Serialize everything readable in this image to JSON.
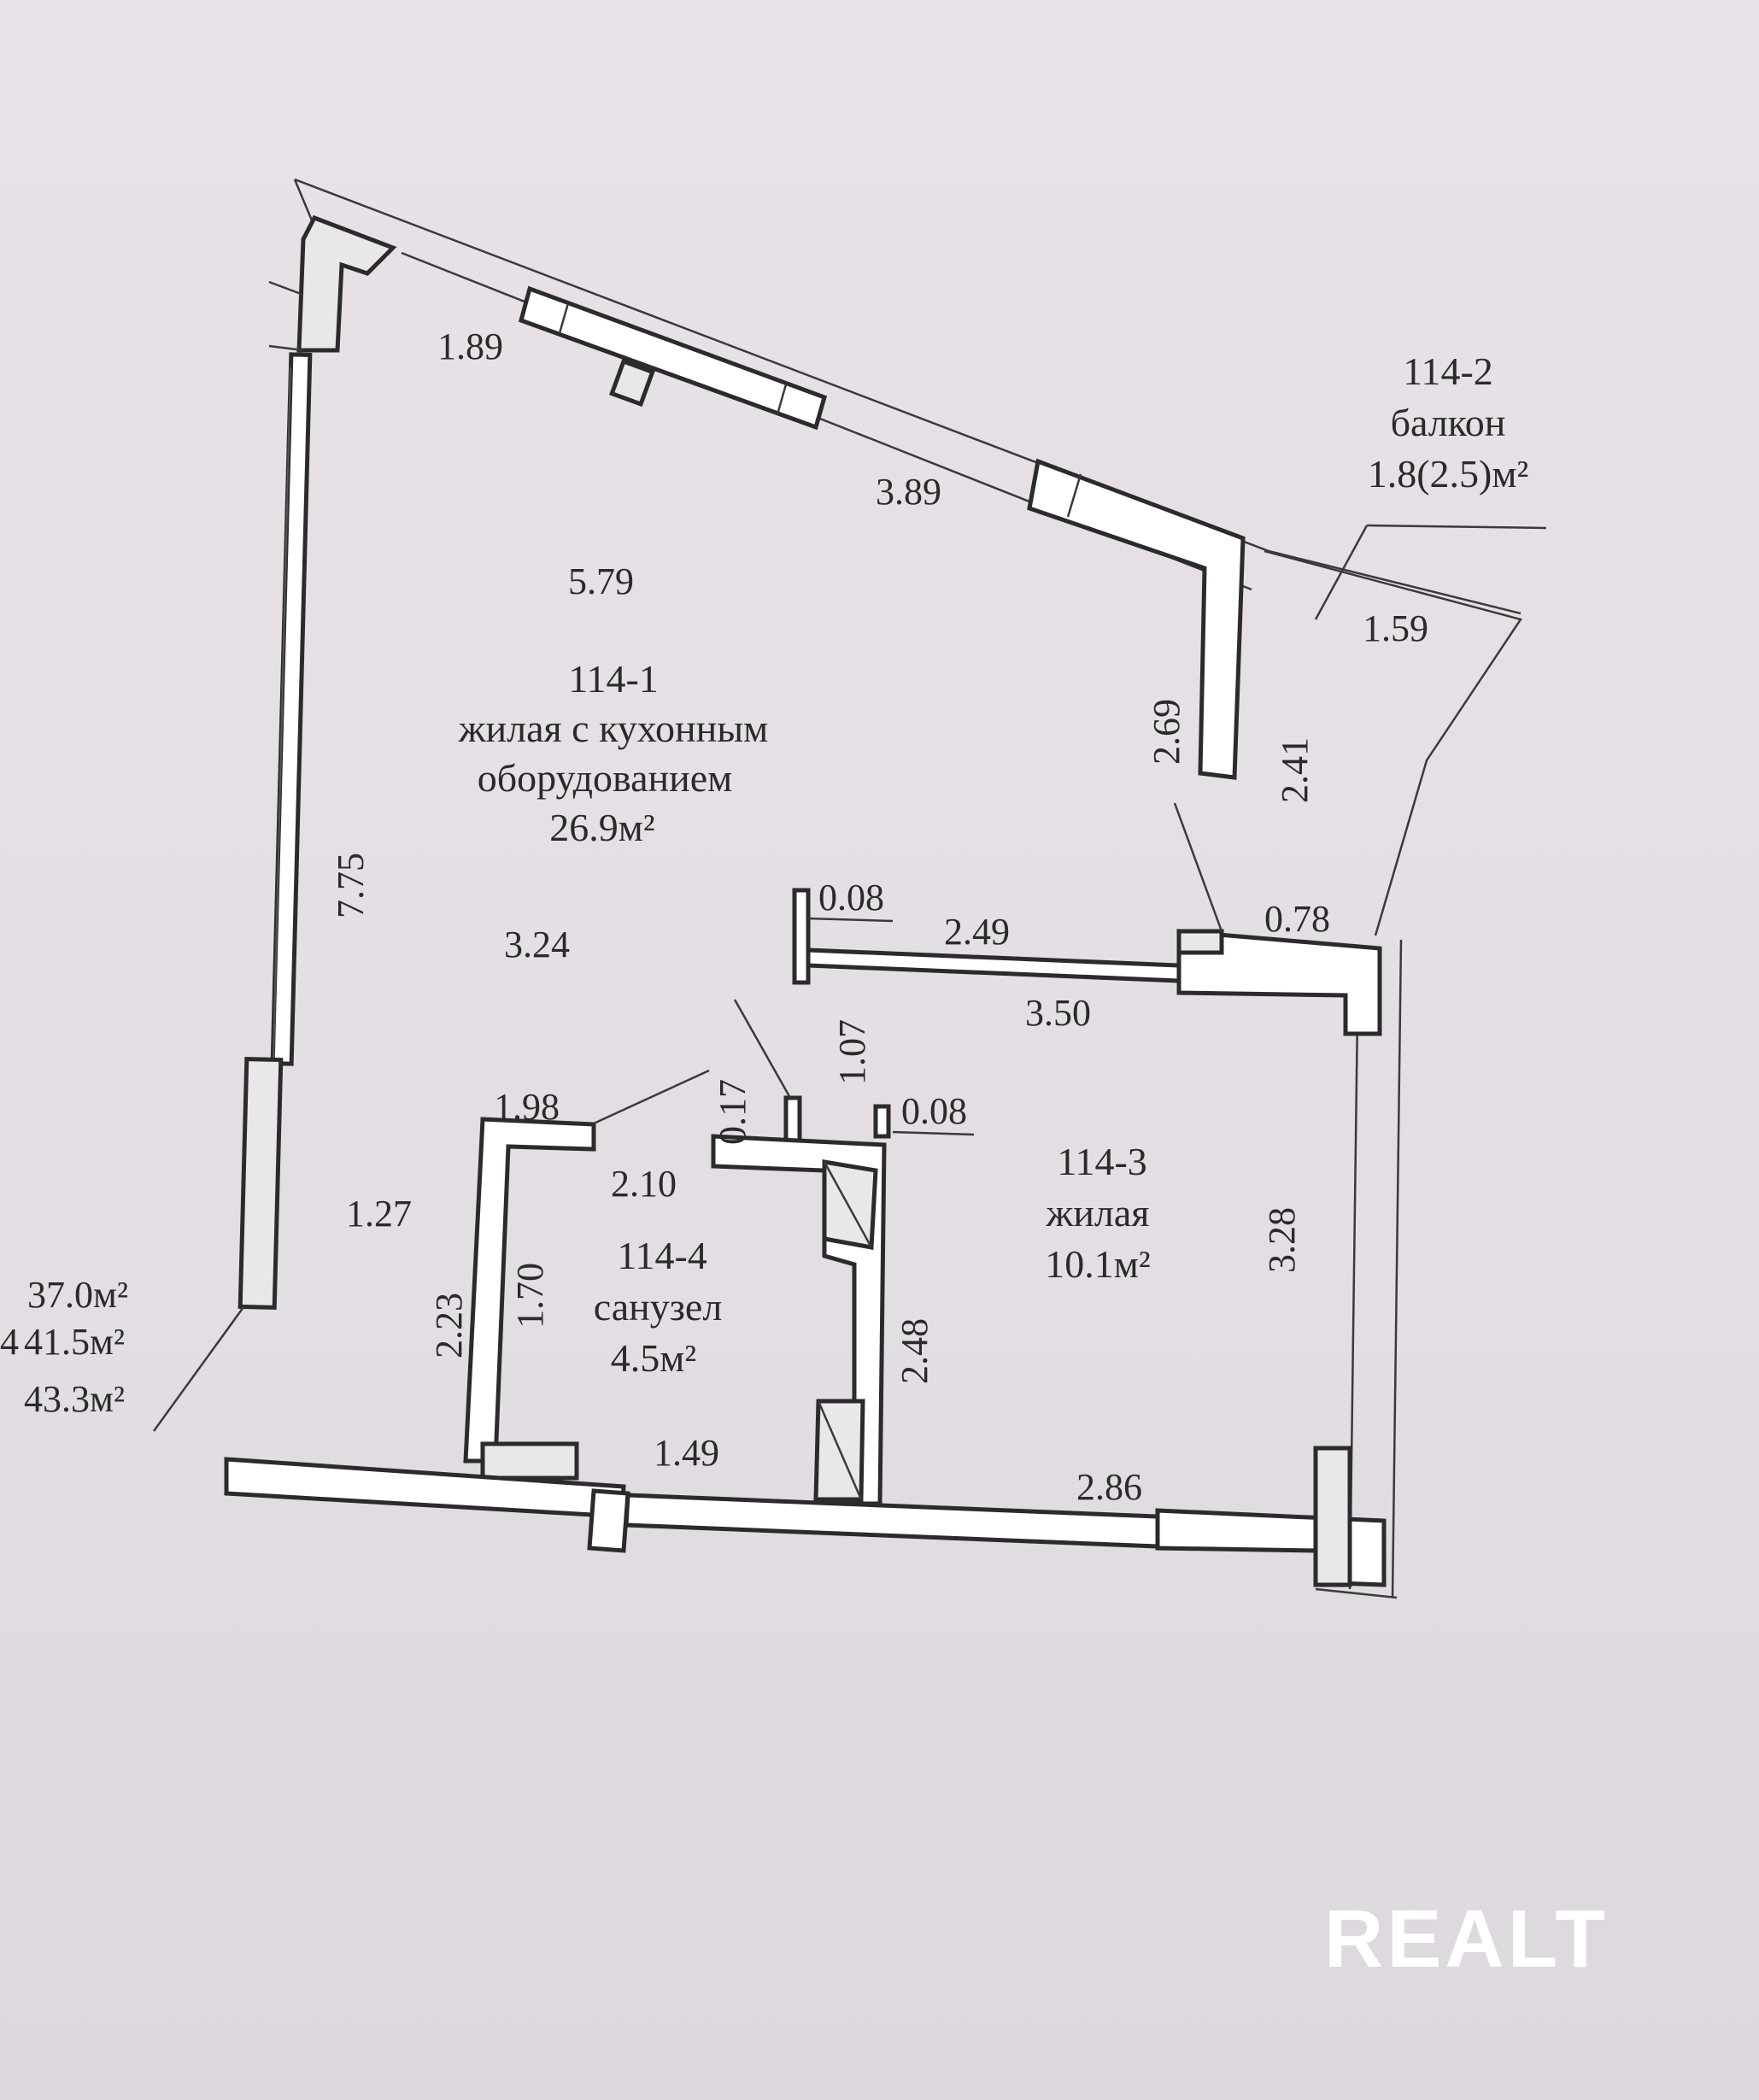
{
  "rooms": {
    "r1": {
      "code": "114-1",
      "name_line1": "жилая с кухонным",
      "name_line2": "оборудованием",
      "area": "26.9м²"
    },
    "r2": {
      "code": "114-2",
      "name": "балкон",
      "area": "1.8(2.5)м²"
    },
    "r3": {
      "code": "114-3",
      "name": "жилая",
      "area": "10.1м²"
    },
    "r4": {
      "code": "114-4",
      "name": "санузел",
      "area": "4.5м²"
    }
  },
  "totals": {
    "t1": "37.0м²",
    "t2": "41.5м²",
    "t3": "43.3м²",
    "t2_prefix": "4"
  },
  "dimensions": {
    "d189": "1.89",
    "d389": "3.89",
    "d579": "5.79",
    "d159": "1.59",
    "d269": "2.69",
    "d241": "2.41",
    "d775": "7.75",
    "d324": "3.24",
    "d008a": "0.08",
    "d249": "2.49",
    "d078": "0.78",
    "d350": "3.50",
    "d107": "1.07",
    "d017": "0.17",
    "d008b": "0.08",
    "d198": "1.98",
    "d210": "2.10",
    "d127": "1.27",
    "d223": "2.23",
    "d170": "1.70",
    "d248": "2.48",
    "d328": "3.28",
    "d149": "1.49",
    "d286": "2.86"
  },
  "watermark": "REALT",
  "colors": {
    "paper": "#e4dfe5",
    "ink": "#2a2a2a",
    "wall_fill": "#ffffff"
  }
}
